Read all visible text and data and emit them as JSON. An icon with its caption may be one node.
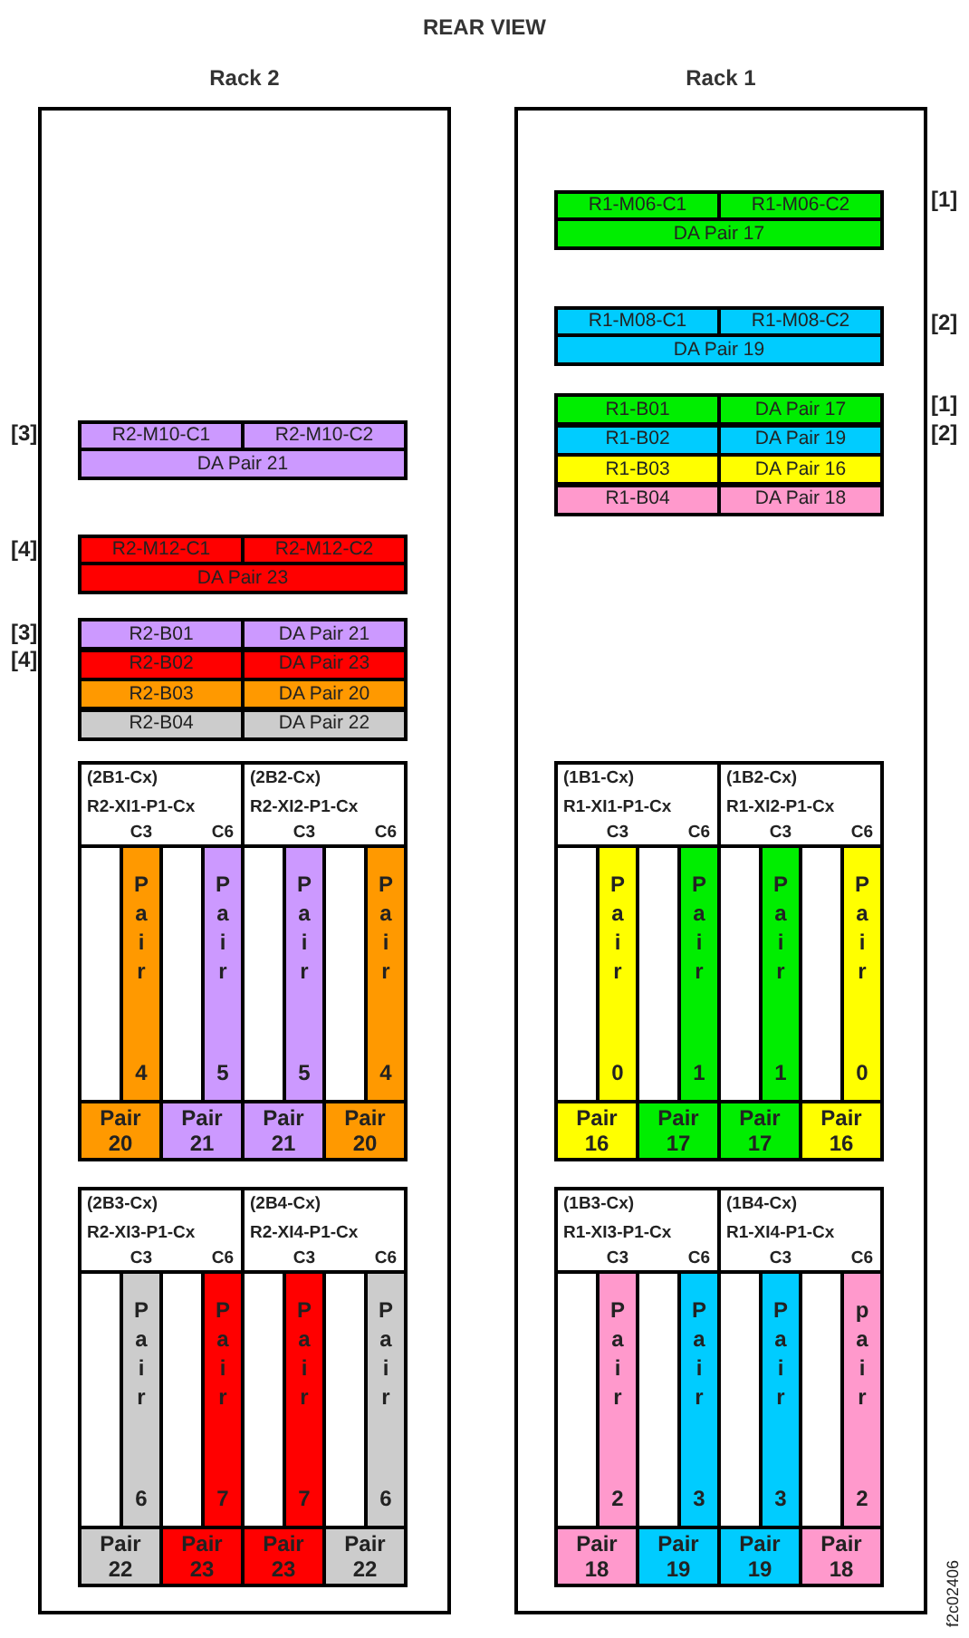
{
  "diagram": {
    "title": "REAR VIEW",
    "nodes": [
      {
        "text": [
          "Rack 2"
        ]
      },
      {
        "text": [
          "R2-M10-C1"
        ],
        "in": 0
      },
      {
        "text": [
          "R2-M10-C2"
        ],
        "in": 0
      },
      {
        "text": [
          "DA Pair 21"
        ],
        "in": 0
      },
      {
        "text": [
          "R2-M12-C1"
        ],
        "in": 0
      },
      {
        "text": [
          "R2-M12-C2"
        ],
        "in": 0
      },
      {
        "text": [
          "DA Pair 23"
        ],
        "in": 0
      },
      {
        "text": [
          "R2-B01"
        ],
        "in": 0
      },
      {
        "text": [
          "DA Pair 21"
        ],
        "in": 0
      },
      {
        "text": [
          "R2-B02"
        ],
        "in": 0
      },
      {
        "text": [
          "DA Pair 23"
        ],
        "in": 0
      },
      {
        "text": [
          "R2-B03"
        ],
        "in": 0
      },
      {
        "text": [
          "DA Pair 20"
        ],
        "in": 0
      },
      {
        "text": [
          "R2-B04"
        ],
        "in": 0
      },
      {
        "text": [
          "DA Pair 22"
        ],
        "in": 0
      },
      {
        "text": [
          "(2B1-Cx)",
          "R2-XI1-P1-Cx",
          "C3",
          "C6"
        ],
        "in": 0
      },
      {
        "text": [
          "Pair",
          "4"
        ],
        "in": 15
      },
      {
        "text": [
          "Pair",
          "5"
        ],
        "in": 15
      },
      {
        "text": [
          "Pair 20"
        ],
        "in": 15
      },
      {
        "text": [
          "Pair 21"
        ],
        "in": 15
      },
      {
        "text": [
          "(2B2-Cx)",
          "R2-XI2-P1-Cx",
          "C3",
          "C6"
        ],
        "in": 0
      },
      {
        "text": [
          "Pair",
          "5"
        ],
        "in": 20
      },
      {
        "text": [
          "Pair",
          "4"
        ],
        "in": 20
      },
      {
        "text": [
          "Pair 21"
        ],
        "in": 20
      },
      {
        "text": [
          "Pair 20"
        ],
        "in": 20
      },
      {
        "text": [
          "(2B3-Cx)",
          "R2-XI3-P1-Cx",
          "C3",
          "C6"
        ],
        "in": 0
      },
      {
        "text": [
          "Pair",
          "6"
        ],
        "in": 25
      },
      {
        "text": [
          "Pair",
          "7"
        ],
        "in": 25
      },
      {
        "text": [
          "Pair 22"
        ],
        "in": 25
      },
      {
        "text": [
          "Pair 23"
        ],
        "in": 25
      },
      {
        "text": [
          "(2B4-Cx)",
          "R2-XI4-P1-Cx",
          "C3",
          "C6"
        ],
        "in": 0
      },
      {
        "text": [
          "Pair",
          "7"
        ],
        "in": 30
      },
      {
        "text": [
          "Pair",
          "6"
        ],
        "in": 30
      },
      {
        "text": [
          "Pair 23"
        ],
        "in": 30
      },
      {
        "text": [
          "Pair 22"
        ],
        "in": 30
      },
      {
        "text": [
          "Rack 1"
        ]
      },
      {
        "text": [
          "R1-M06-C1"
        ],
        "in": 35
      },
      {
        "text": [
          "R1-M06-C2"
        ],
        "in": 35
      },
      {
        "text": [
          "DA Pair 17"
        ],
        "in": 35
      },
      {
        "text": [
          "R1-M08-C1"
        ],
        "in": 35
      },
      {
        "text": [
          "R1-M08-C2"
        ],
        "in": 35
      },
      {
        "text": [
          "DA Pair 19"
        ],
        "in": 35
      },
      {
        "text": [
          "R1-B01"
        ],
        "in": 35
      },
      {
        "text": [
          "DA Pair 17"
        ],
        "in": 35
      },
      {
        "text": [
          "R1-B02"
        ],
        "in": 35
      },
      {
        "text": [
          "DA Pair 19"
        ],
        "in": 35
      },
      {
        "text": [
          "R1-B03"
        ],
        "in": 35
      },
      {
        "text": [
          "DA Pair 16"
        ],
        "in": 35
      },
      {
        "text": [
          "R1-B04"
        ],
        "in": 35
      },
      {
        "text": [
          "DA Pair 18"
        ],
        "in": 35
      },
      {
        "text": [
          "(1B1-Cx)",
          "R1-XI1-P1-Cx",
          "C3",
          "C6"
        ],
        "in": 35
      },
      {
        "text": [
          "Pair",
          "0"
        ],
        "in": 50
      },
      {
        "text": [
          "Pair",
          "1"
        ],
        "in": 50
      },
      {
        "text": [
          "Pair 16"
        ],
        "in": 50
      },
      {
        "text": [
          "Pair 17"
        ],
        "in": 50
      },
      {
        "text": [
          "(1B2-Cx)",
          "R1-XI2-P1-Cx",
          "C3",
          "C6"
        ],
        "in": 35
      },
      {
        "text": [
          "Pair",
          "1"
        ],
        "in": 55
      },
      {
        "text": [
          "Pair",
          "0"
        ],
        "in": 55
      },
      {
        "text": [
          "Pair 17"
        ],
        "in": 55
      },
      {
        "text": [
          "Pair 16"
        ],
        "in": 55
      },
      {
        "text": [
          "(1B3-Cx)",
          "R1-XI3-P1-Cx",
          "C3",
          "C6"
        ],
        "in": 35
      },
      {
        "text": [
          "Pair",
          "2"
        ],
        "in": 60
      },
      {
        "text": [
          "Pair",
          "3"
        ],
        "in": 60
      },
      {
        "text": [
          "Pair 18"
        ],
        "in": 60
      },
      {
        "text": [
          "Pair 19"
        ],
        "in": 60
      },
      {
        "text": [
          "(1B4-Cx)",
          "R1-XI4-P1-Cx",
          "C3",
          "C6"
        ],
        "in": 35
      },
      {
        "text": [
          "Pair",
          "3"
        ],
        "in": 65
      },
      {
        "text": [
          "pair",
          "2"
        ],
        "in": 65
      },
      {
        "text": [
          "Pair 19"
        ],
        "in": 65
      },
      {
        "text": [
          "Pair 18"
        ],
        "in": 65
      }
    ],
    "labels": [
      "[1]",
      "[2]",
      "[1]",
      "[2]",
      "[3]",
      "[4]",
      "[3]",
      "[4]",
      "f2c02406"
    ]
  }
}
